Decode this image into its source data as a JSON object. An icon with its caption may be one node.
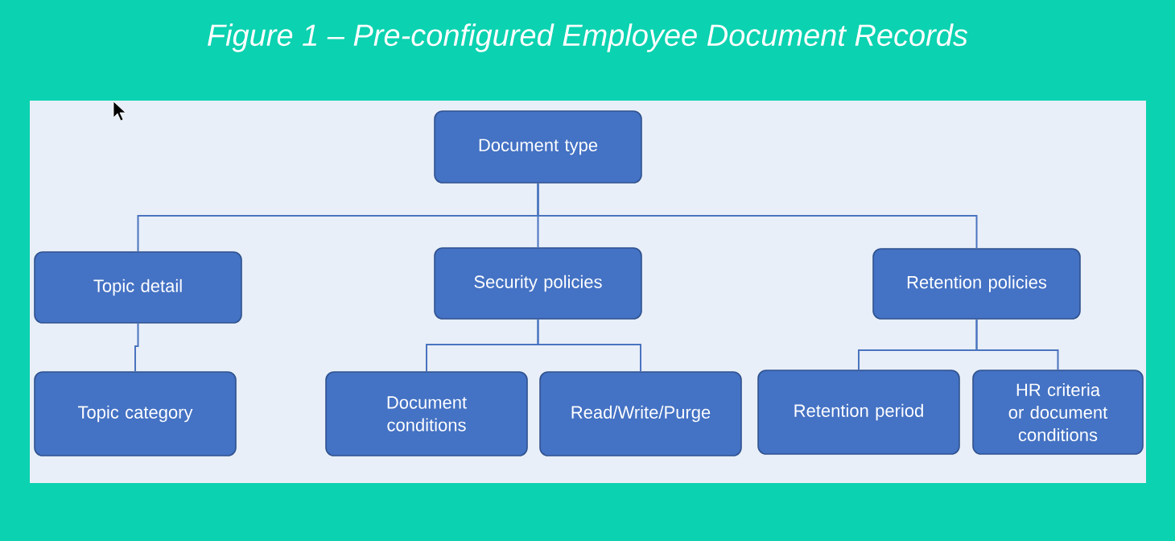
{
  "diagram": {
    "title": "Figure 1 – Pre-configured Employee Document Records",
    "nodes": [
      {
        "text": [
          "Document type"
        ]
      },
      {
        "text": [
          "Topic detail"
        ]
      },
      {
        "text": [
          "Security policies"
        ]
      },
      {
        "text": [
          "Retention policies"
        ]
      },
      {
        "text": [
          "Topic category"
        ]
      },
      {
        "text": [
          "Document conditions"
        ]
      },
      {
        "text": [
          "Read/Write/Purge"
        ]
      },
      {
        "text": [
          "Retention period"
        ]
      },
      {
        "text": [
          "HR criteria or document conditions"
        ]
      }
    ],
    "edges": [
      {
        "from": 0,
        "to": 1,
        "arrow": "none"
      },
      {
        "from": 0,
        "to": 2,
        "arrow": "none"
      },
      {
        "from": 0,
        "to": 3,
        "arrow": "none"
      },
      {
        "from": 1,
        "to": 4,
        "arrow": "none"
      },
      {
        "from": 2,
        "to": 5,
        "arrow": "none"
      },
      {
        "from": 2,
        "to": 6,
        "arrow": "none"
      },
      {
        "from": 3,
        "to": 7,
        "arrow": "none"
      },
      {
        "from": 3,
        "to": 8,
        "arrow": "none"
      }
    ]
  }
}
